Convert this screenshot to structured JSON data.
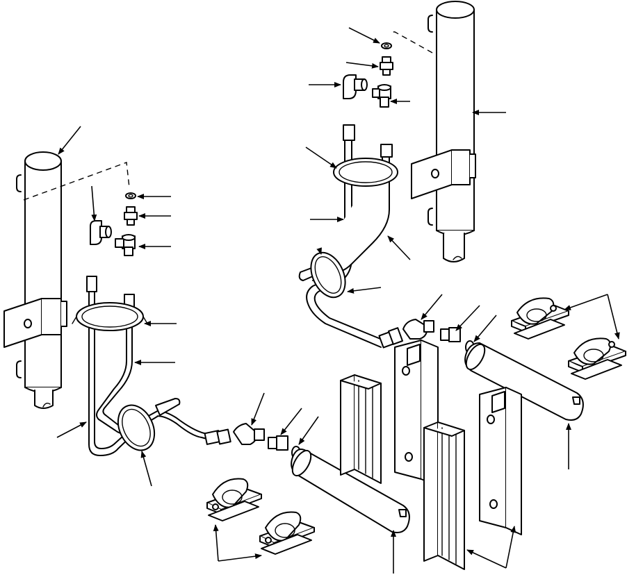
{
  "diagram": {
    "title": "",
    "assemblies": [
      {
        "name": "left-assembly",
        "parts": [
          "hydraulic-cylinder",
          "packing",
          "adapter",
          "elbow",
          "tee",
          "tube-assembly",
          "tube-assembly",
          "clamp",
          "tube-assembly",
          "elbow",
          "adapter",
          "packing",
          "tube-sleeve",
          "cushion-clamp",
          "channel"
        ]
      },
      {
        "name": "right-assembly",
        "parts": [
          "hydraulic-cylinder",
          "packing",
          "adapter",
          "elbow",
          "tee",
          "tube-assembly",
          "tube-assembly",
          "clamp",
          "tube-assembly",
          "elbow",
          "adapter",
          "packing",
          "tube-sleeve",
          "cushion-clamp",
          "channel"
        ]
      }
    ],
    "callout_count": 30
  }
}
